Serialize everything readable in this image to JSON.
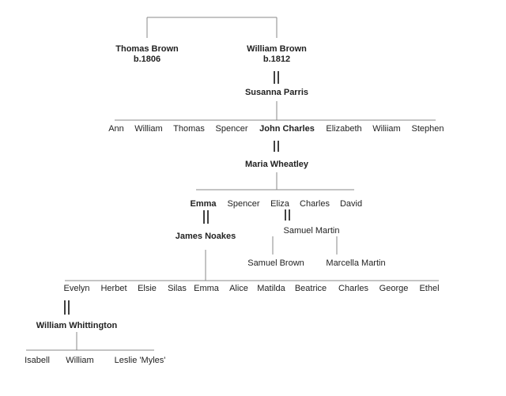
{
  "gen1": {
    "thomas": {
      "name": "Thomas Brown",
      "birth": "b.1806"
    },
    "william": {
      "name": "William Brown",
      "birth": "b.1812"
    }
  },
  "gen2": {
    "spouse": "Susanna Parris",
    "children": [
      "Ann",
      "William",
      "Thomas",
      "Spencer",
      "John Charles",
      "Elizabeth",
      "Wiliiam",
      "Stephen"
    ]
  },
  "gen3": {
    "spouse": "Maria Wheatley",
    "children": [
      "Emma",
      "Spencer",
      "Eliza",
      "Charles",
      "David"
    ]
  },
  "gen4": {
    "emma_spouse": "James Noakes",
    "eliza_spouse": "Samuel Martin",
    "eliza_children": [
      "Samuel Brown",
      "Marcella Martin"
    ],
    "children": [
      "Evelyn",
      "Herbet",
      "Elsie",
      "Silas",
      "Emma",
      "Alice",
      "Matilda",
      "Beatrice",
      "Charles",
      "George",
      "Ethel"
    ]
  },
  "gen5": {
    "spouse": "William Whittington",
    "children": [
      "Isabell",
      "William",
      "Leslie 'Myles'"
    ]
  }
}
